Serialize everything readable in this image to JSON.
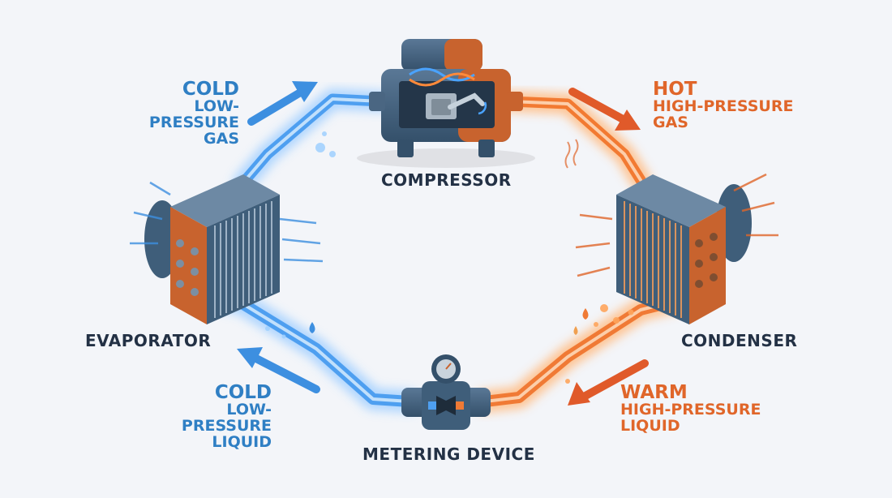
{
  "components": {
    "compressor": "COMPRESSOR",
    "condenser": "CONDENSER",
    "metering": "METERING DEVICE",
    "evaporator": "EVAPORATOR"
  },
  "states": {
    "top_left": {
      "line1": "COLD",
      "line2": "LOW-PRESSURE",
      "line3": "GAS",
      "color": "#2f7fc4"
    },
    "top_right": {
      "line1": "HOT",
      "line2": "HIGH-PRESSURE",
      "line3": "GAS",
      "color": "#e0662a"
    },
    "bottom_left": {
      "line1": "COLD",
      "line2": "LOW-PRESSURE",
      "line3": "LIQUID",
      "color": "#2f7fc4"
    },
    "bottom_right": {
      "line1": "WARM",
      "line2": "HIGH-PRESSURE",
      "line3": "LIQUID",
      "color": "#e0662a"
    }
  },
  "colors": {
    "cold": "#4a97e6",
    "hot": "#f07a35",
    "housing": "#3f5e7a",
    "housing_dark": "#2d465d",
    "copper": "#c8632e"
  }
}
